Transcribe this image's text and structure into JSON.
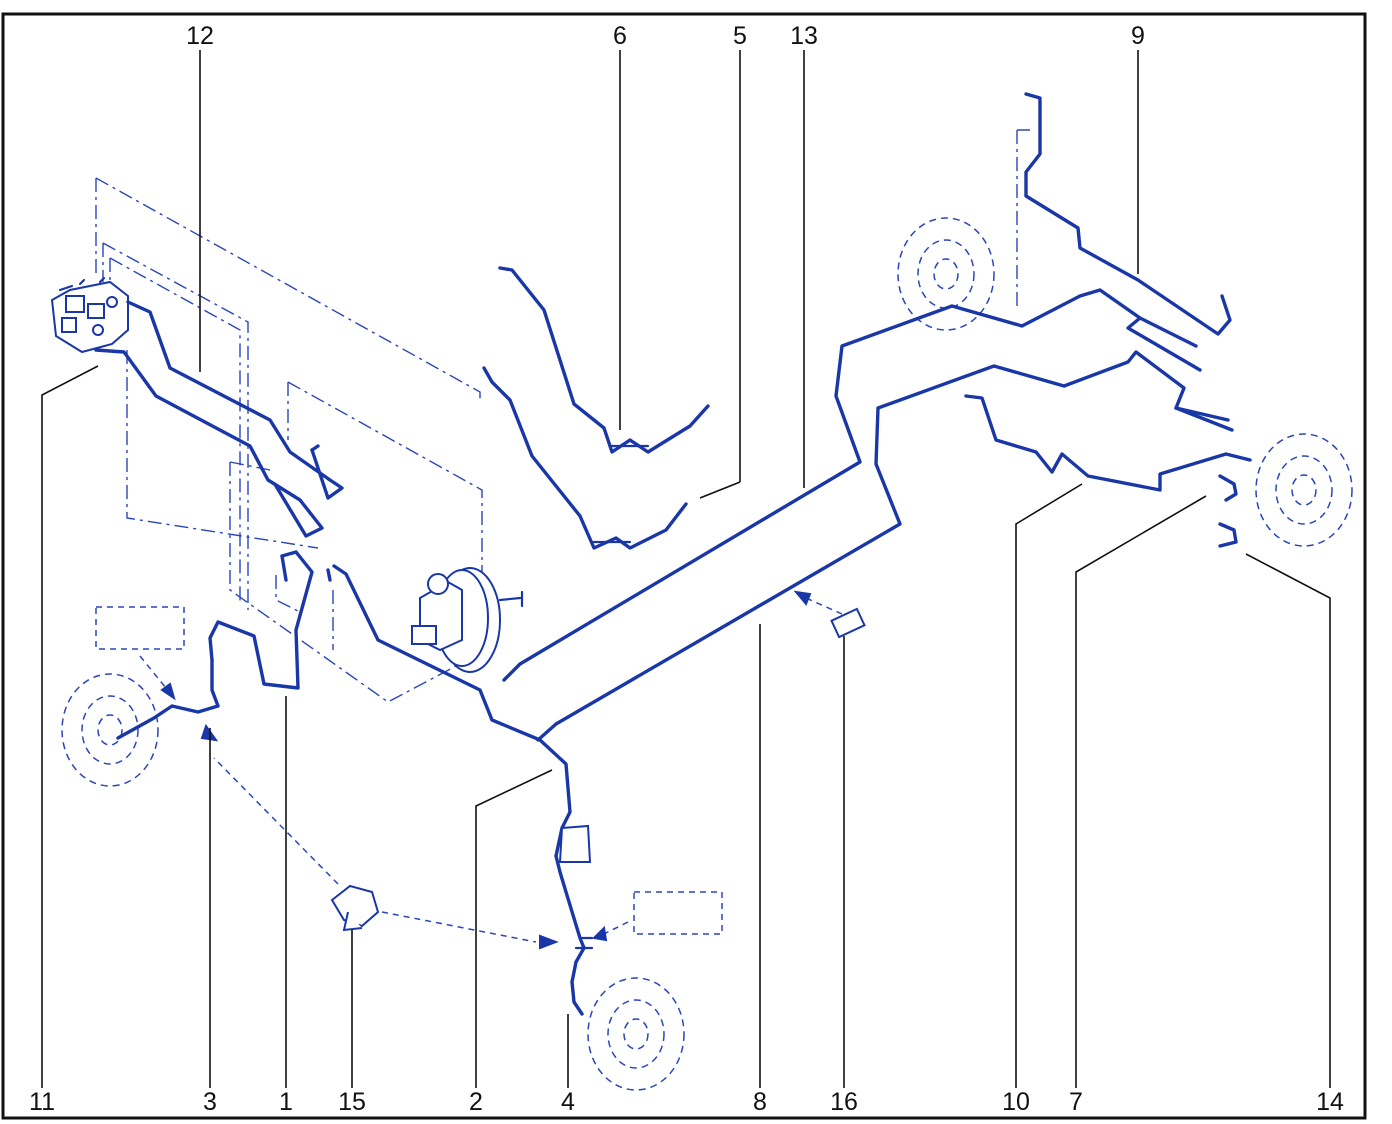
{
  "diagram": {
    "colors": {
      "lines": "#1a37a8",
      "labels": "#111111",
      "border": "#111111",
      "background": "#ffffff"
    },
    "callouts": [
      {
        "id": "c12",
        "text": "12"
      },
      {
        "id": "c6",
        "text": "6"
      },
      {
        "id": "c5",
        "text": "5"
      },
      {
        "id": "c13",
        "text": "13"
      },
      {
        "id": "c9",
        "text": "9"
      },
      {
        "id": "c11",
        "text": "11"
      },
      {
        "id": "c3",
        "text": "3"
      },
      {
        "id": "c1",
        "text": "1"
      },
      {
        "id": "c15",
        "text": "15"
      },
      {
        "id": "c2",
        "text": "2"
      },
      {
        "id": "c4",
        "text": "4"
      },
      {
        "id": "c8",
        "text": "8"
      },
      {
        "id": "c16",
        "text": "16"
      },
      {
        "id": "c10",
        "text": "10"
      },
      {
        "id": "c7",
        "text": "7"
      },
      {
        "id": "c14",
        "text": "14"
      }
    ]
  }
}
